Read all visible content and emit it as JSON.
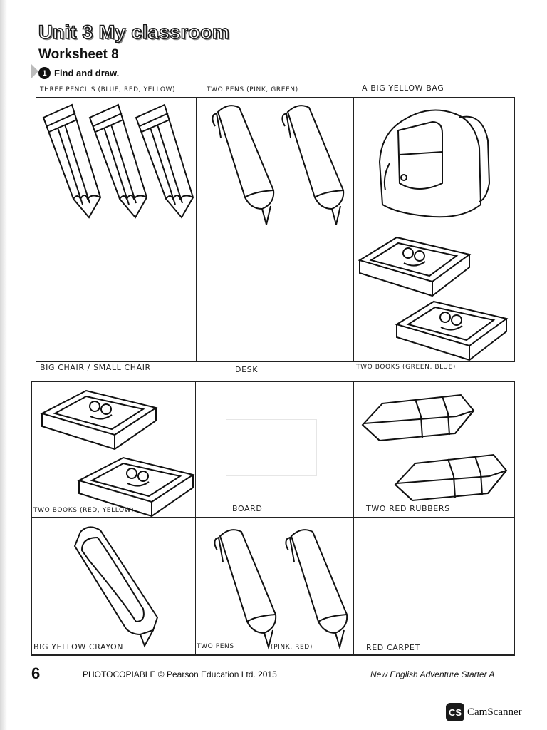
{
  "header": {
    "unit_title": "Unit 3 My classroom",
    "worksheet_title": "Worksheet 8",
    "exercise_number": "1",
    "instruction": "Find and draw."
  },
  "labels": {
    "row1": [
      "THREE PENCILS (BLUE, RED, YELLOW)",
      "TWO PENS (PINK, GREEN)",
      "A BIG YELLOW BAG"
    ],
    "row2": [
      "BIG CHAIR / SMALL CHAIR",
      "DESK",
      "TWO BOOKS (GREEN, BLUE)"
    ],
    "row3": [
      "TWO BOOKS (RED, YELLOW)",
      "BOARD",
      "TWO RED RUBBERS"
    ],
    "row4": [
      "BIG YELLOW CRAYON",
      "TWO PENS",
      "(PINK, RED)",
      "RED CARPET"
    ]
  },
  "footer": {
    "page_number": "6",
    "copyright": "PHOTOCOPIABLE © Pearson Education Ltd. 2015",
    "book_title": "New English Adventure Starter A"
  },
  "scanner": {
    "badge": "CS",
    "name": "CamScanner"
  }
}
